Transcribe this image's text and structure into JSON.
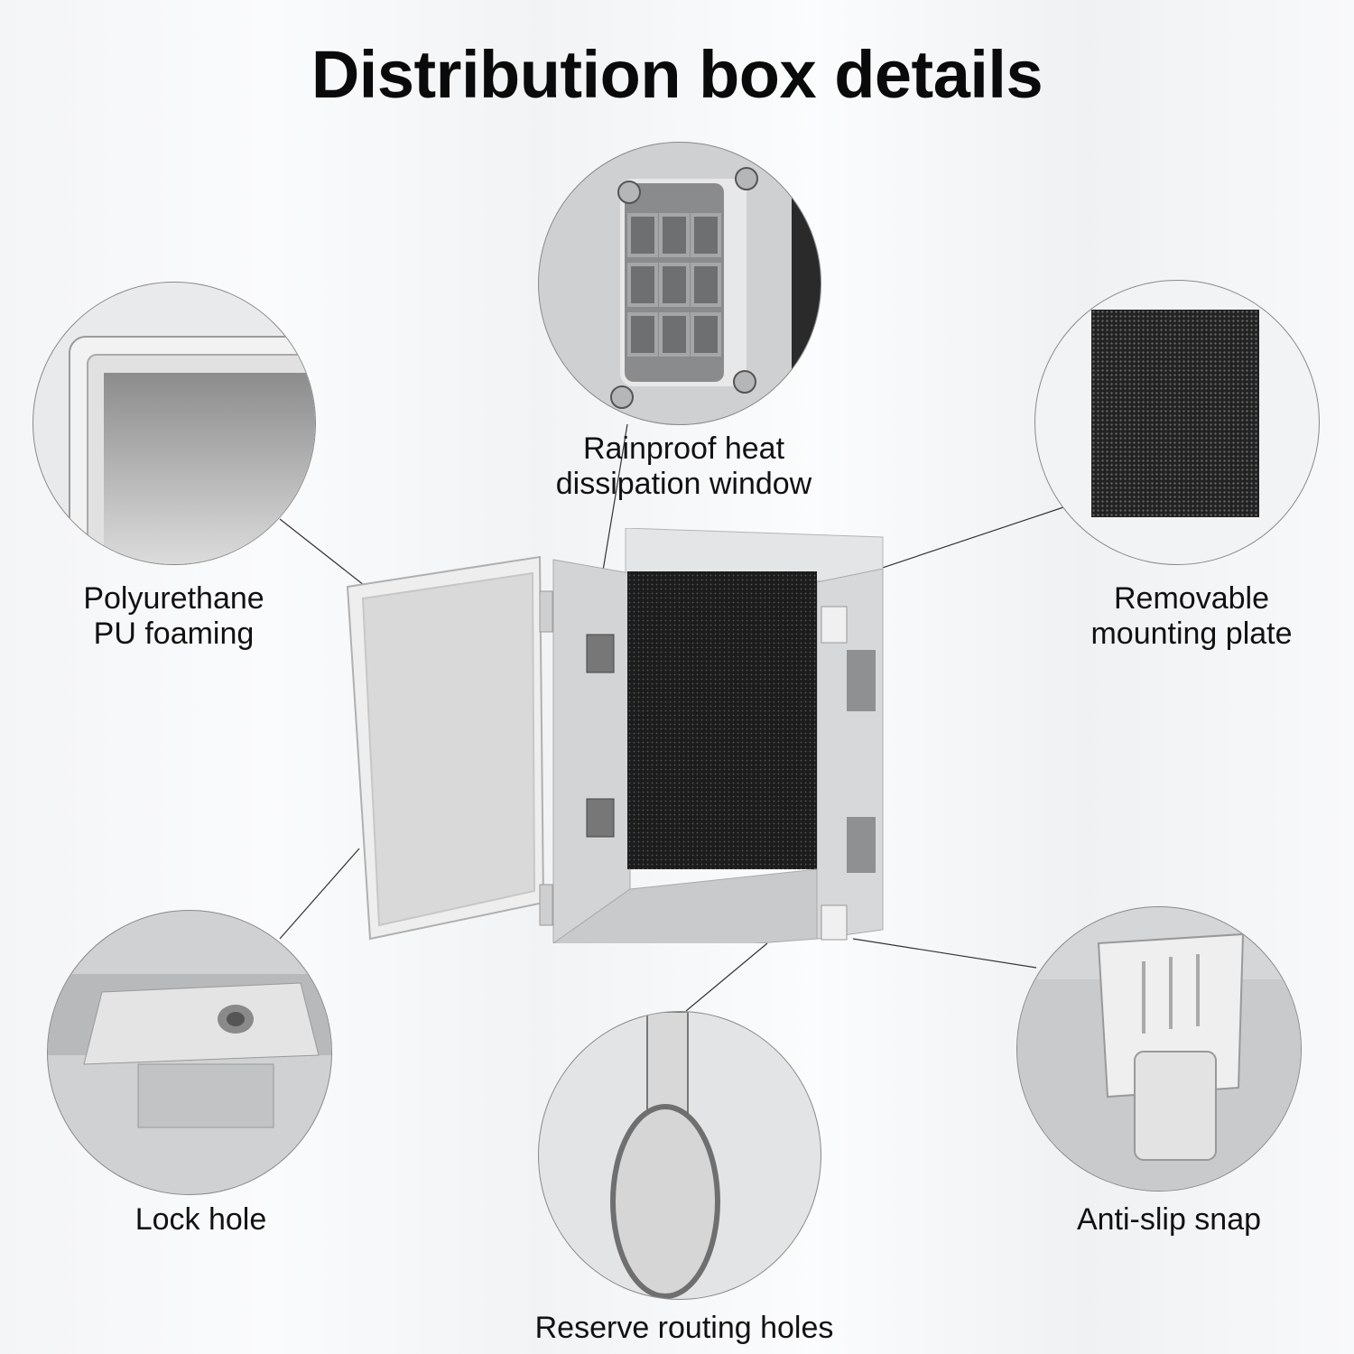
{
  "title": "Distribution box details",
  "callouts": [
    {
      "id": "heat-window",
      "label_line1": "Rainproof heat",
      "label_line2": "dissipation window"
    },
    {
      "id": "pu-foaming",
      "label_line1": "Polyurethane",
      "label_line2": "PU foaming"
    },
    {
      "id": "mounting-plate",
      "label_line1": "Removable",
      "label_line2": "mounting plate"
    },
    {
      "id": "lock-hole",
      "label_line1": "Lock hole"
    },
    {
      "id": "routing-holes",
      "label_line1": "Reserve routing holes"
    },
    {
      "id": "anti-slip-snap",
      "label_line1": "Anti-slip snap"
    }
  ],
  "colors": {
    "box_body": "#d8d9db",
    "mounting_plate": "#1b1b1b",
    "title_text": "#0a0a0a",
    "leader_line": "#333333"
  }
}
